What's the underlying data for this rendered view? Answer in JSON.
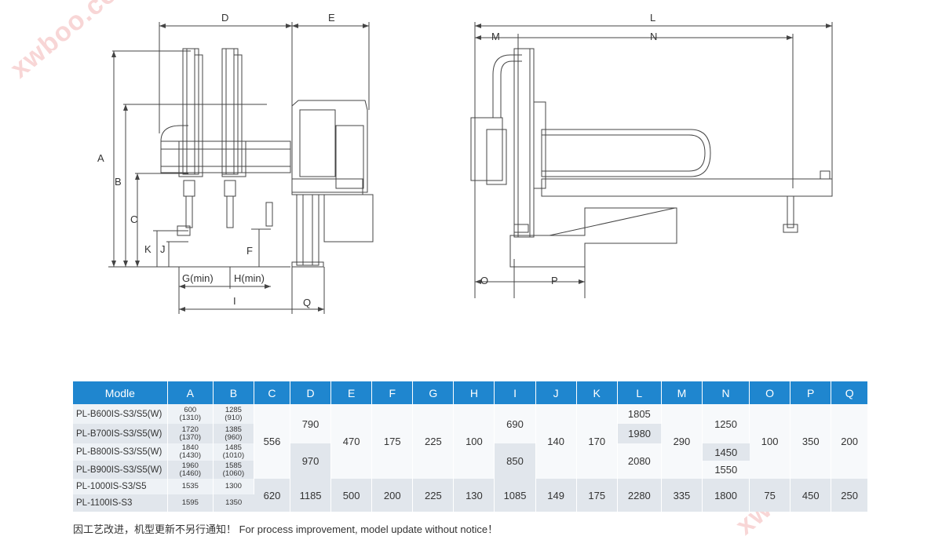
{
  "watermarks": [
    "xwboo.com",
    "xwboo.com"
  ],
  "drawing_labels": {
    "left": [
      "D",
      "E",
      "A",
      "B",
      "C",
      "K",
      "J",
      "F",
      "G(min)",
      "H(min)",
      "I",
      "Q"
    ],
    "right": [
      "L",
      "M",
      "N",
      "O",
      "P"
    ]
  },
  "table": {
    "headers": [
      "Modle",
      "A",
      "B",
      "C",
      "D",
      "E",
      "F",
      "G",
      "H",
      "I",
      "J",
      "K",
      "L",
      "M",
      "N",
      "O",
      "P",
      "Q"
    ],
    "models": [
      "PL-B600IS-S3/S5(W)",
      "PL-B700IS-S3/S5(W)",
      "PL-B800IS-S3/S5(W)",
      "PL-B900IS-S3/S5(W)",
      "PL-1000IS-S3/S5",
      "PL-1100IS-S3"
    ],
    "a_values": [
      [
        "600",
        "(1310)"
      ],
      [
        "1720",
        "(1370)"
      ],
      [
        "1840",
        "(1430)"
      ],
      [
        "1960",
        "(1460)"
      ],
      [
        "1535"
      ],
      [
        "1595"
      ]
    ],
    "b_values": [
      [
        "1285",
        "(910)"
      ],
      [
        "1385",
        "(960)"
      ],
      [
        "1485",
        "(1010)"
      ],
      [
        "1585",
        "(1060)"
      ],
      [
        "1300"
      ],
      [
        "1350"
      ]
    ],
    "group1": {
      "C": "556",
      "D": [
        "790",
        "970"
      ],
      "E": "470",
      "F": "175",
      "G": "225",
      "H": "100",
      "I": [
        "690",
        "850"
      ],
      "J": "140",
      "K": "170",
      "L": [
        "1805",
        "1980",
        "2080"
      ],
      "M": "290",
      "N": [
        "1250",
        "1450",
        "1550"
      ],
      "O": "100",
      "P": "350",
      "Q": "200"
    },
    "group2": {
      "C": "620",
      "D": "1185",
      "E": "500",
      "F": "200",
      "G": "225",
      "H": "130",
      "I": "1085",
      "J": "149",
      "K": "175",
      "L": "2280",
      "M": "335",
      "N": "1800",
      "O": "75",
      "P": "450",
      "Q": "250"
    }
  },
  "note": "因工艺改进，机型更新不另行通知！   For process improvement, model update without notice！"
}
